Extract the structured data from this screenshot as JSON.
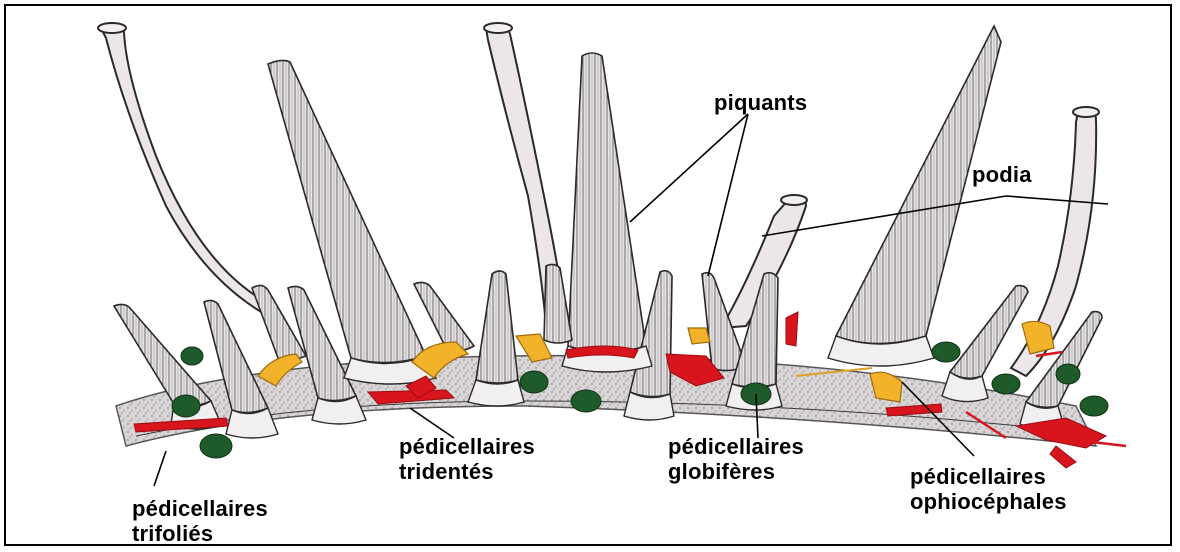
{
  "labels": {
    "piquants": "piquants",
    "podia": "podia",
    "tridentes": {
      "line1": "pédicellaires",
      "line2": "tridentés"
    },
    "globiferes": {
      "line1": "pédicellaires",
      "line2": "globifères"
    },
    "ophiocephales": {
      "line1": "pédicellaires",
      "line2": "ophiocéphales"
    },
    "trifolies": {
      "line1": "pédicellaires",
      "line2": "trifoliés"
    }
  },
  "colors": {
    "spine_fill": "#e8e4e6",
    "spine_stroke": "#2a2a2a",
    "podium_fill": "#ece6ea",
    "globifere_green": "#1e5a2a",
    "tridente_red": "#d8141c",
    "ophiocephale_orange": "#f2b22a",
    "test_speckle": "#bdb7ba"
  }
}
